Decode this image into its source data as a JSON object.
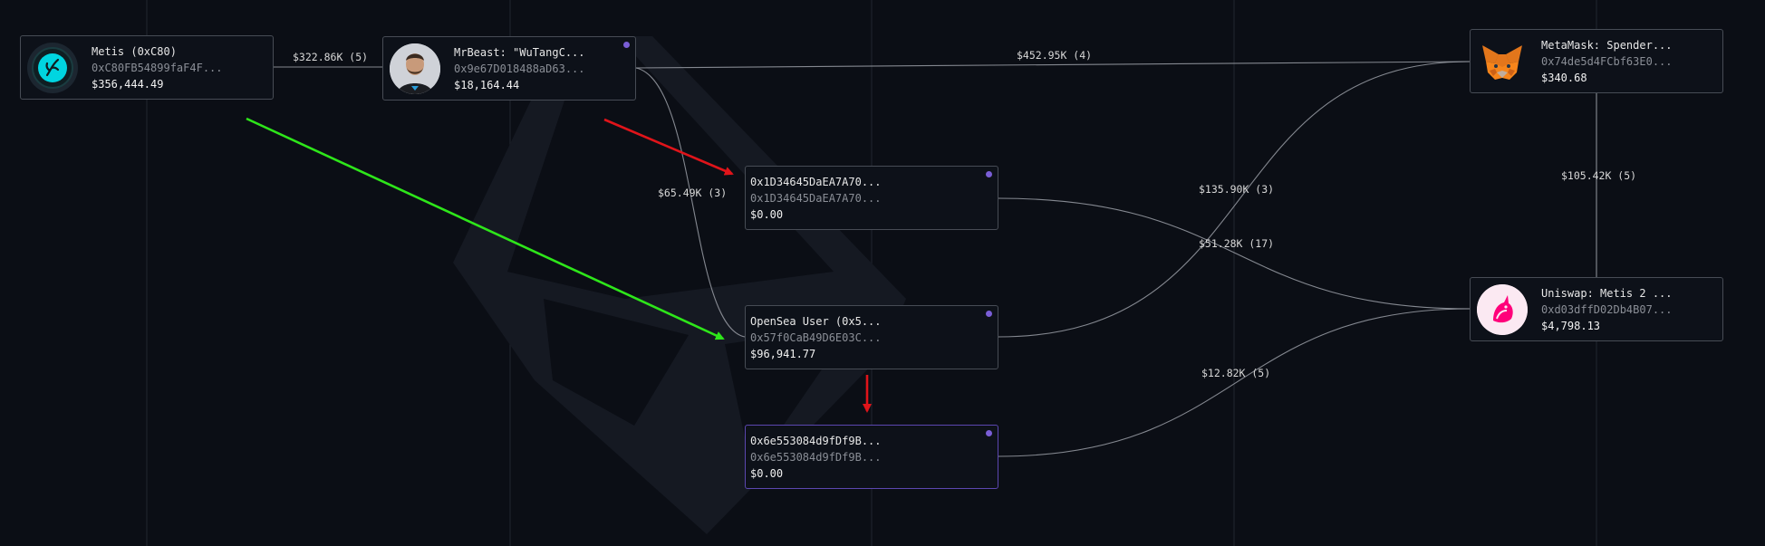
{
  "colors": {
    "background": "#0b0e15",
    "node_border": "#474c55",
    "node_highlight_border": "#5b47b0",
    "indicator_dot": "#7a5ed6",
    "edge": "#9a9ea6",
    "arrow_red": "#e0141a",
    "arrow_green": "#2ee61a"
  },
  "nodes": {
    "metis": {
      "name": "Metis (0xC80)",
      "address": "0xC80FB54899faF4F...",
      "value": "$356,444.49",
      "icon": "metis-logo-icon"
    },
    "mrbeast": {
      "name": "MrBeast: \"WuTangC...",
      "address": "0x9e67D018488aD63...",
      "value": "$18,164.44",
      "icon": "mrbeast-avatar"
    },
    "addr1d3": {
      "name": "0x1D34645DaEA7A70...",
      "address": "0x1D34645DaEA7A70...",
      "value": "$0.00"
    },
    "opensea": {
      "name": "OpenSea User (0x5...",
      "address": "0x57f0CaB49D6E03C...",
      "value": "$96,941.77"
    },
    "addr6e5": {
      "name": "0x6e553084d9fDf9B...",
      "address": "0x6e553084d9fDf9B...",
      "value": "$0.00"
    },
    "metamask": {
      "name": "MetaMask: Spender...",
      "address": "0x74de5d4FCbf63E0...",
      "value": "$340.68",
      "icon": "metamask-fox-icon"
    },
    "uniswap": {
      "name": "Uniswap: Metis 2 ...",
      "address": "0xd03dffD02Db4B07...",
      "value": "$4,798.13",
      "icon": "uniswap-unicorn-icon"
    }
  },
  "edges": {
    "metis_mrbeast": "$322.86K (5)",
    "mrbeast_metamask": "$452.95K (4)",
    "mrbeast_opensea": "$65.49K (3)",
    "opensea_metamask": "$135.90K (3)",
    "addr1d3_uniswap": "$51.28K (17)",
    "metamask_uniswap": "$105.42K (5)",
    "addr6e5_uniswap": "$12.82K (5)"
  }
}
